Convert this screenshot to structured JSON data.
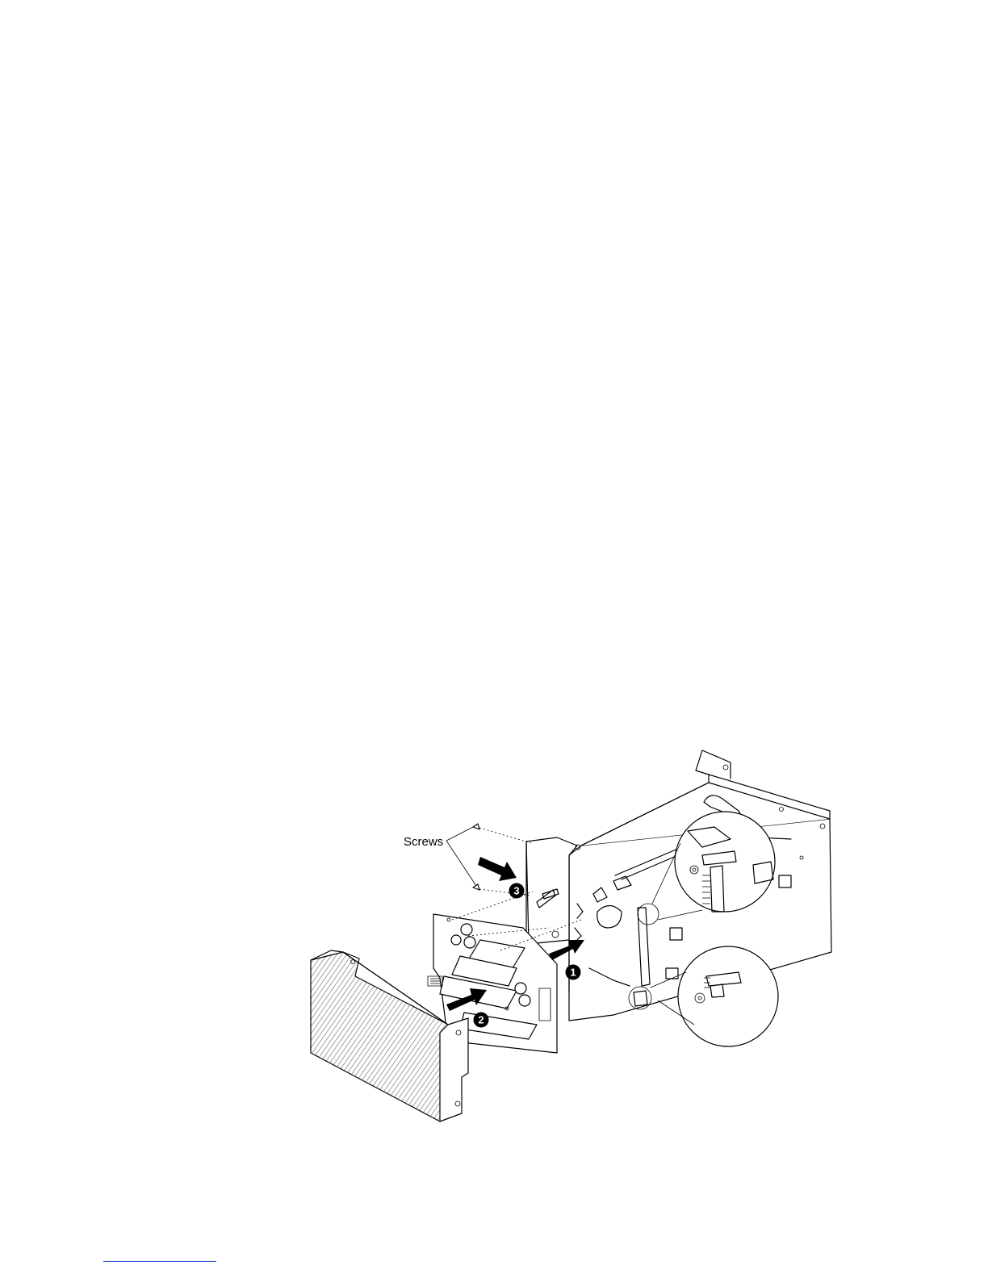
{
  "figure": {
    "callout_label": "Screws",
    "steps": [
      "1",
      "2",
      "3"
    ]
  },
  "footer": {
    "link_color": "#2a4fd0"
  }
}
